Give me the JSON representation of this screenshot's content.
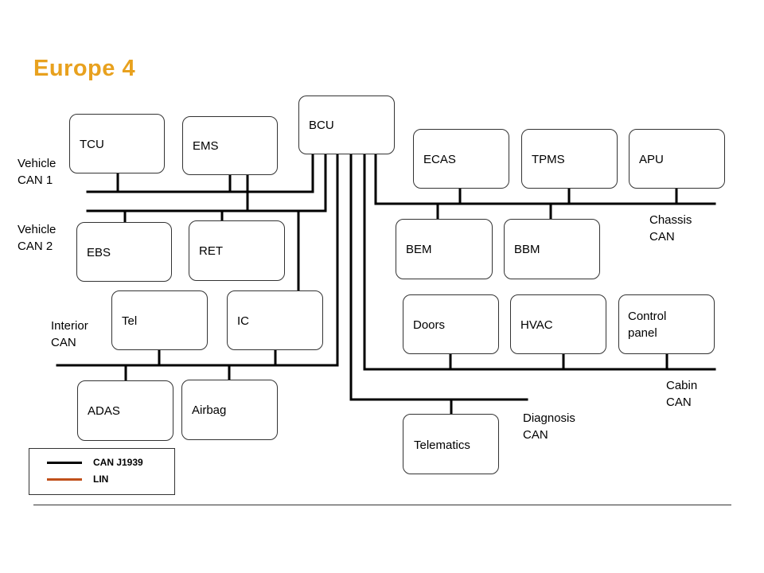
{
  "title": "Europe 4",
  "colors": {
    "title": "#e8a11e",
    "can_j1939": "#000000",
    "lin": "#c0501a"
  },
  "nodes": {
    "tcu": "TCU",
    "ems": "EMS",
    "bcu": "BCU",
    "ecas": "ECAS",
    "tpms": "TPMS",
    "apu": "APU",
    "ebs": "EBS",
    "ret": "RET",
    "bem": "BEM",
    "bbm": "BBM",
    "tel": "Tel",
    "ic": "IC",
    "doors": "Doors",
    "hvac": "HVAC",
    "control_panel": "Control\npanel",
    "adas": "ADAS",
    "airbag": "Airbag",
    "telematics": "Telematics"
  },
  "buses": {
    "vehicle_can_1": "Vehicle\nCAN 1",
    "vehicle_can_2": "Vehicle\nCAN 2",
    "interior_can": "Interior\nCAN",
    "chassis_can": "Chassis\nCAN",
    "cabin_can": "Cabin\nCAN",
    "diagnosis_can": "Diagnosis\nCAN"
  },
  "legend": [
    {
      "label": "CAN  J1939",
      "color": "#000000"
    },
    {
      "label": "LIN",
      "color": "#c0501a"
    }
  ]
}
